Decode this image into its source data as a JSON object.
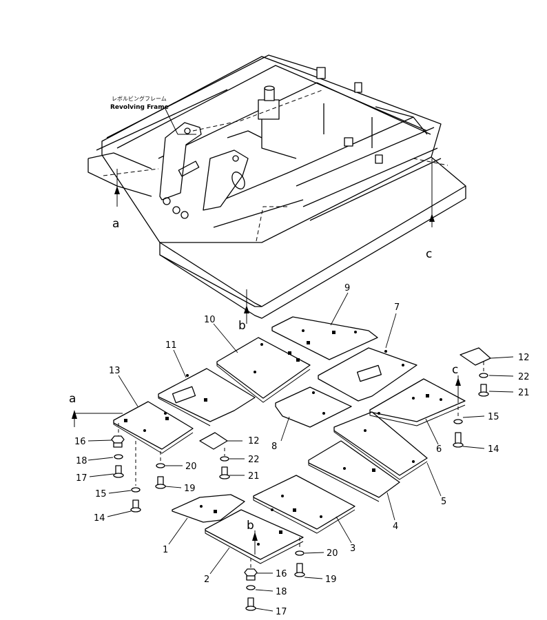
{
  "title": {
    "jp": "レボルビングフレーム",
    "en": "Revolving Frame"
  },
  "view_letters": {
    "a_top": "a",
    "b_top": "b",
    "c_top": "c",
    "a_low": "a",
    "b_low": "b",
    "c_low": "c"
  },
  "callouts": {
    "n1": "1",
    "n2": "2",
    "n3": "3",
    "n4": "4",
    "n5": "5",
    "n6": "6",
    "n7": "7",
    "n8": "8",
    "n9": "9",
    "n10": "10",
    "n11": "11",
    "n12a": "12",
    "n12b": "12",
    "n13": "13",
    "n14a": "14",
    "n14b": "14",
    "n15a": "15",
    "n15b": "15",
    "n16a": "16",
    "n16b": "16",
    "n17a": "17",
    "n17b": "17",
    "n18a": "18",
    "n18b": "18",
    "n19a": "19",
    "n19b": "19",
    "n20a": "20",
    "n20b": "20",
    "n21a": "21",
    "n21b": "21",
    "n22a": "22",
    "n22b": "22"
  },
  "colors": {
    "ink": "#000000",
    "paper": "#ffffff"
  }
}
